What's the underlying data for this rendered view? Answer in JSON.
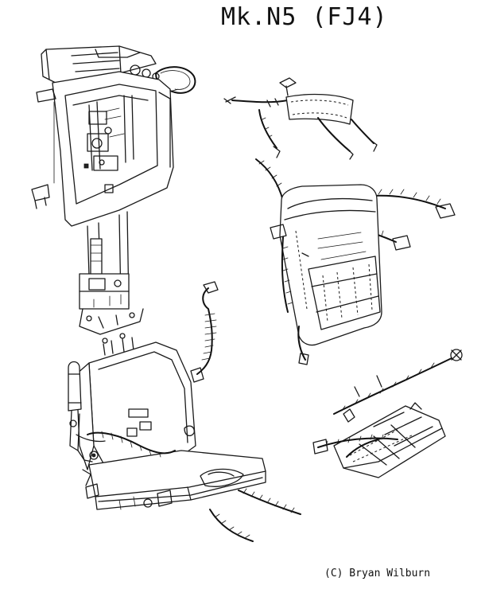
{
  "title": "Mk.N5 (FJ4)",
  "credit": "(C) Bryan Wilburn",
  "colors": {
    "ink": "#1a1a1a",
    "paper": "#ffffff"
  },
  "parts": [
    {
      "name": "seat-upper-headbox-assembly"
    },
    {
      "name": "catapult-gun-rails"
    },
    {
      "name": "seat-bucket-lower-assembly"
    },
    {
      "name": "oxygen-hose"
    },
    {
      "name": "shoulder-harness"
    },
    {
      "name": "parachute-pack"
    },
    {
      "name": "survival-pack-with-leg-restraints"
    }
  ]
}
